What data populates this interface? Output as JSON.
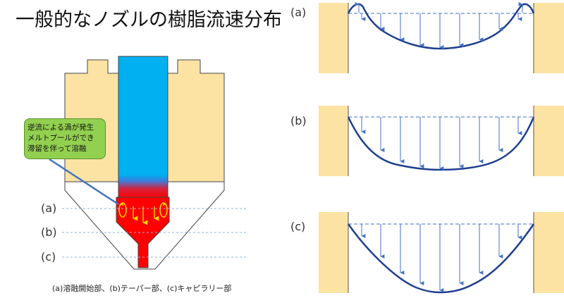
{
  "title": "一般的なノズルの樹脂流速分布",
  "callout": {
    "lines": [
      "逆流による渦が発生",
      "メルトプールができ",
      "滞留を伴って溶融"
    ]
  },
  "nozzle_labels": [
    "(a)",
    "(b)",
    "(c)"
  ],
  "caption": "(a)溶融開始部、(b)テーパー部、(c)キャピラリー部",
  "profile_labels": [
    "(a)",
    "(b)",
    "(c)"
  ],
  "colors": {
    "wall": "#fde3a3",
    "filament": "#00b0f0",
    "melt": "#ff0000",
    "profile_curve": "#1f3f8f",
    "arrow": "#4472c4",
    "callout_bg": "#92d050",
    "guide_line": "#8fb0dc"
  },
  "icons": {
    "vortex": "circular-arrow-icon",
    "flow": "down-arrow-icon"
  }
}
